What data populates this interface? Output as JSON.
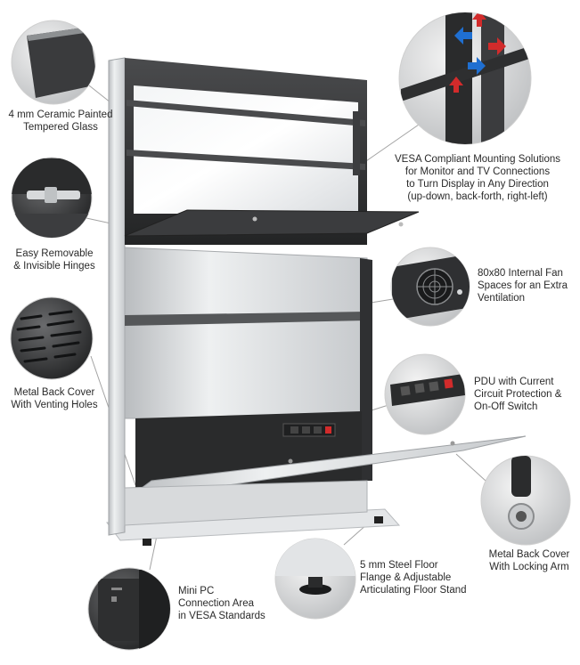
{
  "colors": {
    "frame_dark": "#2b2b2b",
    "panel_silver": "#d4d6d8",
    "glass": "#e9ecee",
    "accent_red": "#d22b2b",
    "accent_blue": "#1f6fd1",
    "leader": "#9a9a9a"
  },
  "callouts": [
    {
      "id": "glass",
      "lines": [
        "4 mm Ceramic Painted",
        "Tempered Glass"
      ]
    },
    {
      "id": "vesa",
      "lines": [
        "VESA Compliant Mounting Solutions",
        "for Monitor and TV Connections",
        "to Turn Display in Any Direction",
        "(up-down, back-forth, right-left)"
      ]
    },
    {
      "id": "hinges",
      "lines": [
        "Easy Removable",
        "& Invisible Hinges"
      ]
    },
    {
      "id": "fan",
      "lines": [
        "80x80 Internal Fan",
        "Spaces for an Extra",
        "Ventilation"
      ]
    },
    {
      "id": "backcover",
      "lines": [
        "Metal Back Cover",
        "With Venting Holes"
      ]
    },
    {
      "id": "pdu",
      "lines": [
        "PDU with Current",
        "Circuit Protection &",
        "On-Off Switch"
      ]
    },
    {
      "id": "lockarm",
      "lines": [
        "Metal Back Cover",
        "With Locking Arm"
      ]
    },
    {
      "id": "floor",
      "lines": [
        "5 mm Steel Floor",
        "Flange & Adjustable",
        "Articulating Floor Stand"
      ]
    },
    {
      "id": "minipc",
      "lines": [
        "Mini PC",
        "Connection Area",
        "in VESA Standards"
      ]
    }
  ],
  "icons": {
    "glass": "glass-sheet-icon",
    "vesa": "direction-arrows-icon",
    "hinges": "hinge-icon",
    "fan": "fan-icon",
    "backcover": "vent-holes-icon",
    "pdu": "power-strip-icon",
    "lockarm": "lock-icon",
    "floor": "floor-stand-icon",
    "minipc": "mini-pc-icon"
  }
}
